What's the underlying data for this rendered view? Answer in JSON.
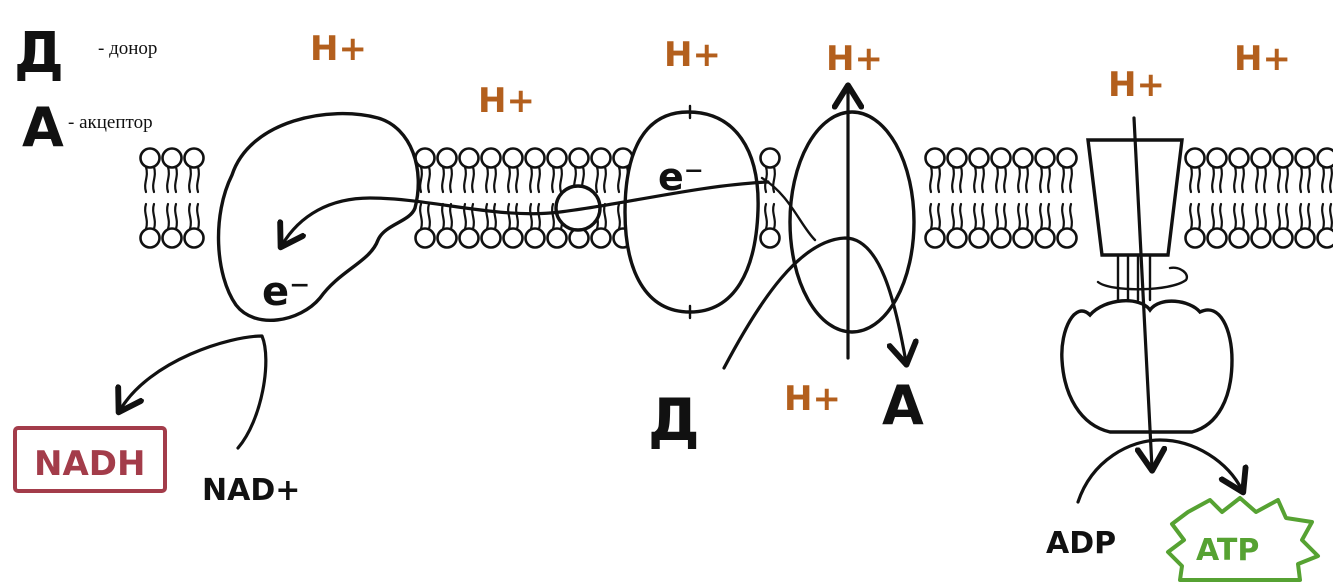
{
  "legend": {
    "donor_symbol": "Д",
    "donor_text": "- донор",
    "acceptor_symbol": "A",
    "acceptor_text": "- акцептор"
  },
  "protons": {
    "label": "H+",
    "color": "#b35f1d"
  },
  "electron_label": "e⁻",
  "substrates": {
    "donor": "Д",
    "acceptor": "A"
  },
  "nadh": {
    "product": "NADH",
    "product_color": "#a33c4a",
    "reactant": "NAD+"
  },
  "atp_synthase": {
    "reactant": "ADP",
    "product": "ATP",
    "product_color": "#56a232"
  }
}
